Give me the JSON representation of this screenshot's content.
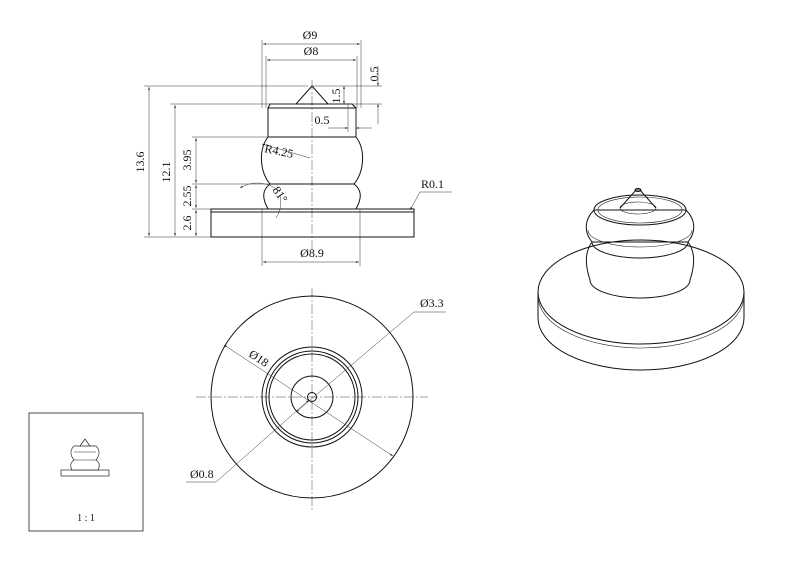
{
  "drawing": {
    "front_view": {
      "dims": {
        "dia_9": "Ø9",
        "dia_8": "Ø8",
        "tip_0_5_v": "0.5",
        "tip_1_5": "1.5",
        "tip_0_5_h": "0.5",
        "h_13_6": "13.6",
        "h_12_1": "12.1",
        "h_3_95": "3.95",
        "h_2_55": "2.55",
        "h_2_6": "2.6",
        "radius": "R4.25",
        "angle": "81°",
        "edge_radius": "R0.1",
        "dia_8_9": "Ø8.9"
      }
    },
    "top_view": {
      "dims": {
        "dia_18": "Ø18",
        "dia_3_3": "Ø3.3",
        "dia_0_8": "Ø0.8"
      }
    },
    "thumbnail": {
      "scale": "1 : 1"
    }
  }
}
